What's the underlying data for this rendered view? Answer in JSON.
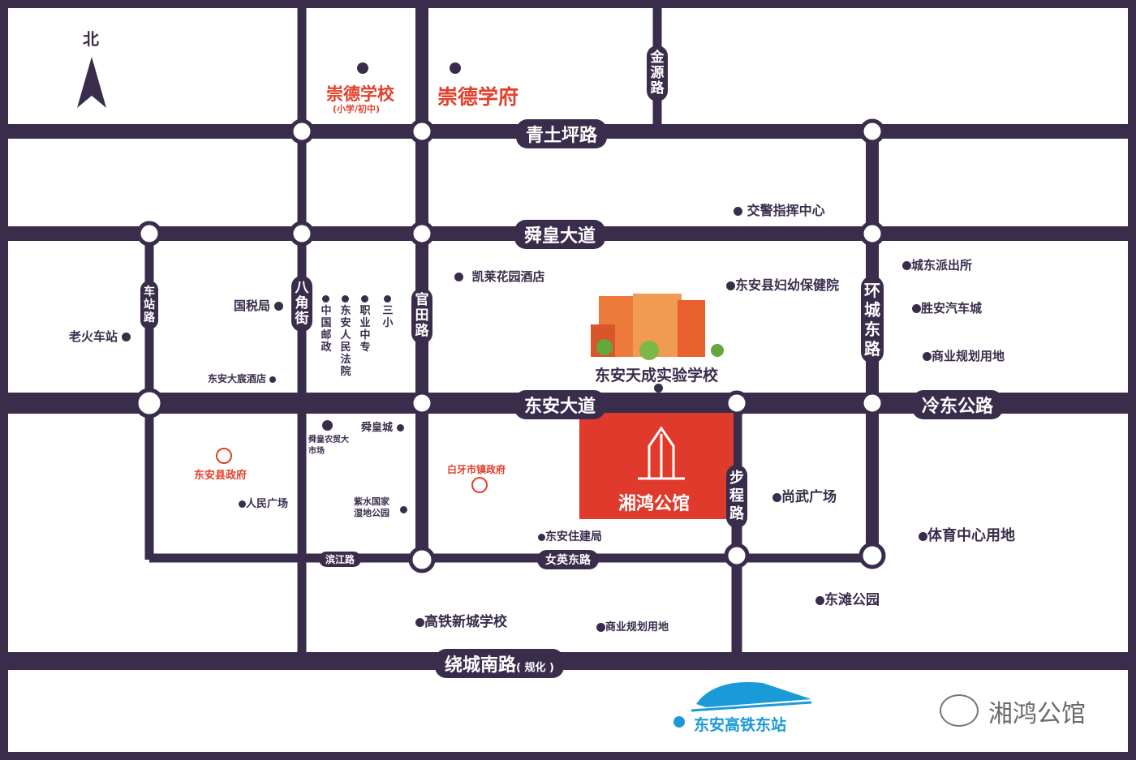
{
  "colors": {
    "road": "#3a2d4c",
    "accent": "#e2402c",
    "rail": "#1a9ad6"
  },
  "north_label": "北",
  "roads": {
    "qingtuping": "青土坪路",
    "shunhuang": "舜皇大道",
    "dongan": "东安大道",
    "lengdong": "冷东公路",
    "raocheng": "绕城南路",
    "raocheng_note": "( 规化 )",
    "binjiang": "滨江路",
    "nvying": "女英东路",
    "jinyuan": "金源路",
    "bajiao": "八角街",
    "guantian": "官田路",
    "chezhan": "车站路",
    "huancheng": "环城东路",
    "bucheng": "步程路"
  },
  "pois": {
    "chongde_school": "崇德学校",
    "chongde_school_sub": "(小学/初中)",
    "chongde_xuefu": "崇德学府",
    "jiaojing": "交警指挥中心",
    "kailai": "凯莱花园酒店",
    "fuyou": "东安县妇幼保健院",
    "chengdong_police": "城东派出所",
    "shengan_car": "胜安汽车城",
    "commercial_1": "商业规划用地",
    "guoshui": "国税局",
    "old_station": "老火车站",
    "post": "中国邮政",
    "court": "东安人民法院",
    "vocational": "职业中专",
    "sanxiao": "三小",
    "dachen_hotel": "东安大宸酒店",
    "tiancheng_school": "东安天成实验学校",
    "shunhuangcheng": "舜皇城",
    "market": "舜皇农贸大市场",
    "county_gov": "东安县政府",
    "town_gov": "白牙市镇政府",
    "people_square": "人民广场",
    "wetland": "紫水国家湿地公园",
    "housing_bureau": "东安住建局",
    "shangwu": "尚武广场",
    "sports": "体育中心用地",
    "dongtan": "东滩公园",
    "gaotie_school": "高铁新城学校",
    "commercial_2": "商业规划用地",
    "station": "东安高铁东站"
  },
  "project": {
    "name": "湘鸿公馆"
  },
  "watermark": {
    "brand": "湘鸿公馆"
  }
}
